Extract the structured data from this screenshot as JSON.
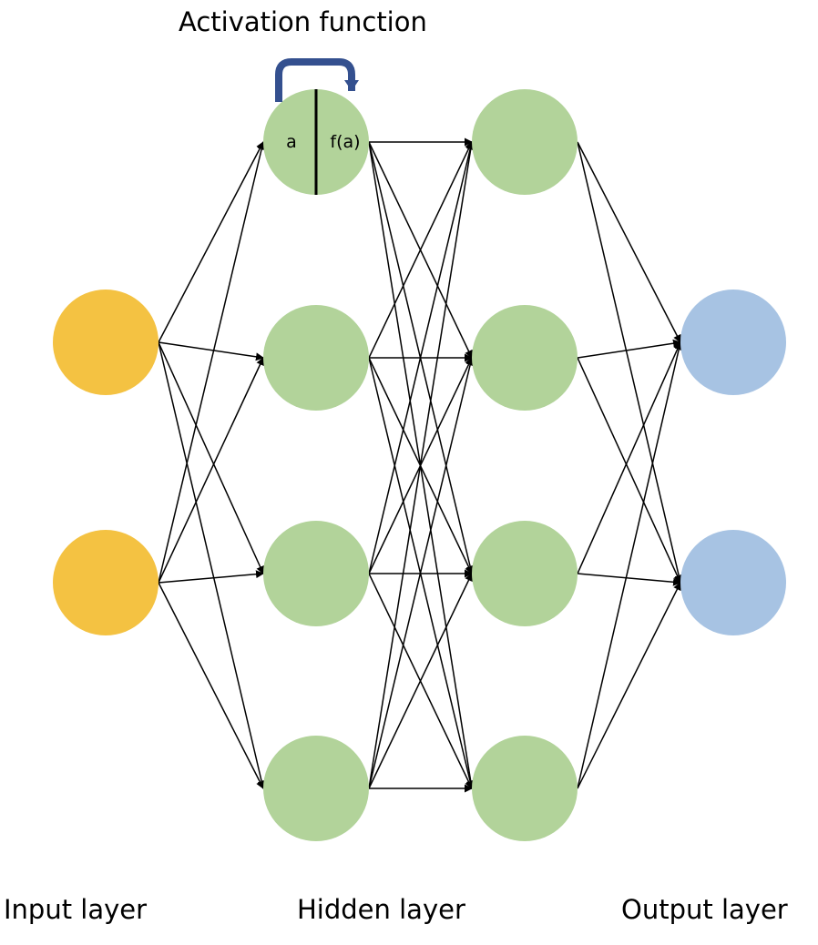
{
  "title": "Activation function",
  "layers": {
    "input": {
      "label": "Input layer",
      "node_count": 2,
      "color": "#F4C242"
    },
    "hidden": {
      "label": "Hidden layer",
      "columns": 2,
      "node_count_per_column": 4,
      "color": "#B2D39A"
    },
    "output": {
      "label": "Output layer",
      "node_count": 2,
      "color": "#A7C3E3"
    }
  },
  "activation_node": {
    "input_text": "a",
    "output_text": "f(a)"
  },
  "colors": {
    "loop_arrow": "#34508F",
    "edges": "#000000"
  }
}
